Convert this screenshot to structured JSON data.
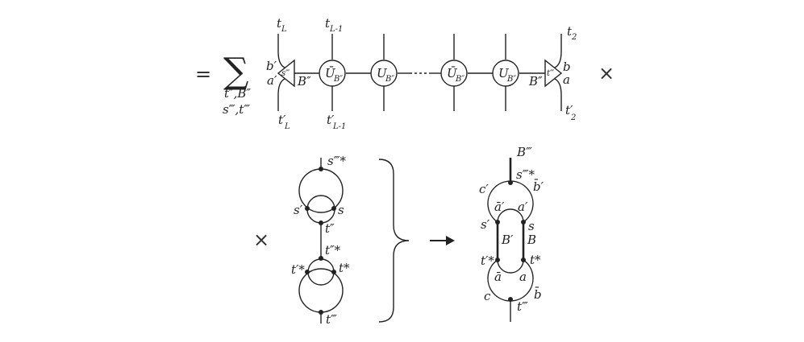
{
  "formula": {
    "equals": "=",
    "sum_symbol": "∑",
    "sum_indices_1": "t″,B″",
    "sum_indices_2": "s‴,t‴",
    "times": "×"
  },
  "mpo_chain": {
    "left_tensor_label": "s‴",
    "right_tensor_label": "t‴",
    "left_bond": "B″",
    "right_bond": "B″",
    "left_legs": {
      "upper": "b′",
      "lower": "a′"
    },
    "right_legs": {
      "upper": "b",
      "lower": "a"
    },
    "top_leg_labels": [
      {
        "main": "t",
        "sub": "L"
      },
      {
        "main": "t",
        "sub": "L-1"
      },
      {
        "main": "t",
        "sub": "2"
      }
    ],
    "bottom_leg_labels": [
      {
        "main": "t′",
        "sub": "L"
      },
      {
        "main": "t′",
        "sub": "L-1"
      },
      {
        "main": "t′",
        "sub": "2"
      }
    ],
    "nodes": [
      {
        "main": "Ū",
        "sub": "B″"
      },
      {
        "main": "U",
        "sub": "B″"
      },
      {
        "main": "Ū",
        "sub": "B″"
      },
      {
        "main": "U",
        "sub": "B″"
      }
    ]
  },
  "loop_diagram": {
    "times": "×",
    "labels": {
      "top": "s‴*",
      "left_mid": "s′",
      "right_mid": "s",
      "center_top": "t″",
      "center_bottom": "t″*",
      "left_low": "t′*",
      "right_low": "t*",
      "bottom": "t‴"
    }
  },
  "arrow": "→",
  "result_diagram": {
    "labels": {
      "top": "B‴",
      "top_node": "s‴*",
      "c_prime": "c′",
      "b_bar_prime": "b̄′",
      "a_bar_prime": "ā′",
      "a_prime": "a′",
      "s_prime": "s′",
      "s": "s",
      "B_prime": "B′",
      "B": "B",
      "t_prime_star": "t′*",
      "t_star": "t*",
      "a_bar": "ā",
      "a": "a",
      "c": "c",
      "b_bar": "b̄",
      "bottom": "t‴"
    }
  }
}
